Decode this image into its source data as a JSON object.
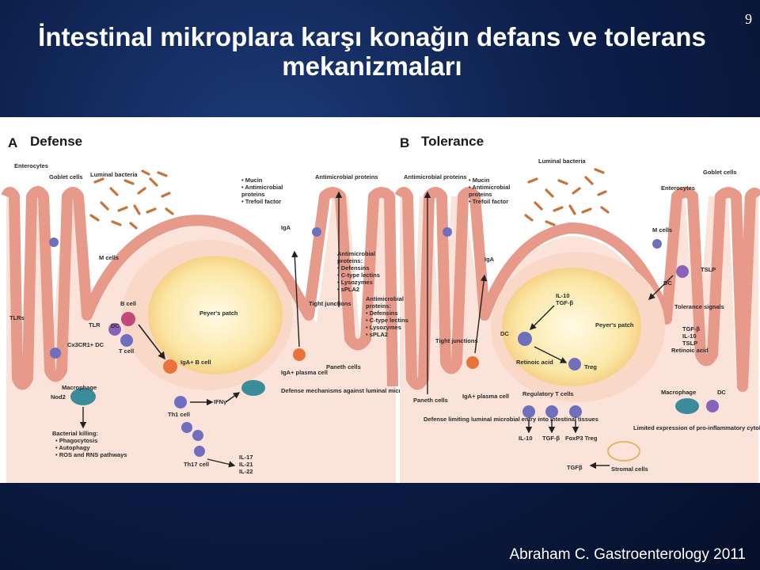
{
  "slide": {
    "title_line1": "İntestinal mikroplara karşı konağın defans ve tolerans",
    "title_line2": "mekanizmaları",
    "page_number": "9",
    "citation": "Abraham C. Gastroenterology 2011"
  },
  "panel_a": {
    "letter": "A",
    "heading": "Defense",
    "labels": {
      "enterocytes": "Enterocytes",
      "goblet_cells": "Goblet cells",
      "luminal_bacteria": "Luminal bacteria",
      "secretions": [
        "• Mucin",
        "• Antimicrobial",
        "  proteins",
        "• Trefoil factor"
      ],
      "antimicrobial_proteins": "Antimicrobial proteins",
      "iga": "IgA",
      "m_cells": "M cells",
      "b_cell": "B cell",
      "dc": "DC",
      "tlr": "TLR",
      "tlrs": "TLRs",
      "cx3cr1_dc": "Cx3CR1+ DC",
      "t_cell": "T cell",
      "peyers_patch": "Peyer's patch",
      "iga_b_cell": "IgA+ B cell",
      "tight_junctions": "Tight junctions",
      "paneth_list": [
        "Antimicrobial",
        "proteins:",
        "• Defensins",
        "• C-type lectins",
        "• Lysozymes",
        "• sPLA2"
      ],
      "iga_plasma_cell": "IgA+ plasma cell",
      "paneth_cells": "Paneth cells",
      "defense_mechanisms": "Defense mechanisms against luminal microbes",
      "macrophage": "Macrophage",
      "nod2": "Nod2",
      "killing": [
        "Bacterial killing:",
        "• Phagocytosis",
        "• Autophagy",
        "• ROS and RNS pathways"
      ],
      "th1_cell": "Th1 cell",
      "ifn": "IFNγ",
      "th17_cell": "Th17 cell",
      "il_list": [
        "IL-17",
        "IL-21",
        "IL-22"
      ]
    }
  },
  "panel_b": {
    "letter": "B",
    "heading": "Tolerance",
    "labels": {
      "antimicrobial_proteins": "Antimicrobial proteins",
      "secretions": [
        "• Mucin",
        "• Antimicrobial",
        "  proteins",
        "• Trefoil factor"
      ],
      "luminal_bacteria": "Luminal bacteria",
      "goblet_cells": "Goblet cells",
      "enterocytes": "Enterocytes",
      "m_cells": "M cells",
      "iga": "IgA",
      "dc_top": "DC",
      "tslp": "TSLP",
      "il10_tgf": [
        "IL-10",
        "TGF-β"
      ],
      "peyers_patch": "Peyer's patch",
      "tolerance_signals": "Tolerance signals",
      "tolerance_list": [
        "TGF-β",
        "IL-10",
        "TSLP",
        "Retinoic acid"
      ],
      "paneth_list": [
        "Antimicrobial",
        "proteins:",
        "• Defensins",
        "• C-type lectins",
        "• Lysozymes",
        "• sPLA2"
      ],
      "tight_junctions": "Tight junctions",
      "dc": "DC",
      "retinoic_acid": "Retinoic acid",
      "treg": "Treg",
      "paneth_cells": "Paneth cells",
      "iga_plasma_cell": "IgA+ plasma cell",
      "regulatory_t_cells": "Regulatory T cells",
      "defense_limiting": "Defense limiting luminal microbial entry into intestinal tissues",
      "il10": "IL-10",
      "tgfb": "TGF-β",
      "foxp3_treg": "FoxP3 Treg",
      "macrophage": "Macrophage",
      "dc_bottom": "DC",
      "limited_expression": "Limited expression of pro-inflammatory cytokines",
      "stromal_cells": "Stromal cells",
      "tgfb_stromal": "TGFβ"
    }
  },
  "colors": {
    "background": "#0c1f4a",
    "epithelium": "#f6c9bc",
    "lamina": "#fbe3da",
    "patch": "#fbe7a6",
    "bacteria": "#c8733a",
    "cell_purple": "#6e6fbf",
    "cell_orange": "#e8743a",
    "cell_teal": "#3a8c9a"
  }
}
